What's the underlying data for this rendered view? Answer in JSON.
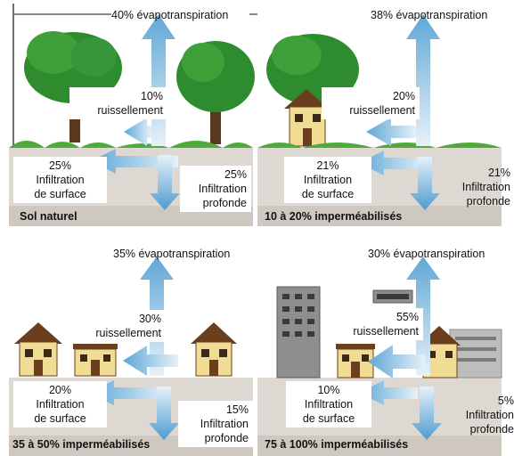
{
  "colors": {
    "arrow": "#5fa7d6",
    "arrow_light": "#cfe4f2",
    "ground": "#ded8d2",
    "ground_dark": "#cfc8c1",
    "tree": "#2e8b2e",
    "house_wall": "#f1dc93",
    "house_roof": "#6b3f1e",
    "building": "#8e8e8e"
  },
  "panels": [
    {
      "evapotranspiration": "40% évapotranspiration",
      "runoff_pct": "10%",
      "runoff_label": "ruissellement",
      "shallow_pct": "25%",
      "shallow_line1": "Infiltration",
      "shallow_line2": "de surface",
      "deep_pct": "25%",
      "deep_line1": "Infiltration",
      "deep_line2": "profonde",
      "caption": "Sol naturel"
    },
    {
      "evapotranspiration": "38% évapotranspiration",
      "runoff_pct": "20%",
      "runoff_label": "ruissellement",
      "shallow_pct": "21%",
      "shallow_line1": "Infiltration",
      "shallow_line2": "de surface",
      "deep_pct": "21%",
      "deep_line1": "Infiltration",
      "deep_line2": "profonde",
      "caption": "10 à 20% imperméabilisés"
    },
    {
      "evapotranspiration": "35% évapotranspiration",
      "runoff_pct": "30%",
      "runoff_label": "ruissellement",
      "shallow_pct": "20%",
      "shallow_line1": "Infiltration",
      "shallow_line2": "de surface",
      "deep_pct": "15%",
      "deep_line1": "Infiltration",
      "deep_line2": "profonde",
      "caption": "35 à 50% imperméabilisés"
    },
    {
      "evapotranspiration": "30% évapotranspiration",
      "runoff_pct": "55%",
      "runoff_label": "ruissellement",
      "shallow_pct": "10%",
      "shallow_line1": "Infiltration",
      "shallow_line2": "de surface",
      "deep_pct": "5%",
      "deep_line1": "Infiltration",
      "deep_line2": "profonde",
      "caption": "75 à 100% imperméabilisés"
    }
  ]
}
